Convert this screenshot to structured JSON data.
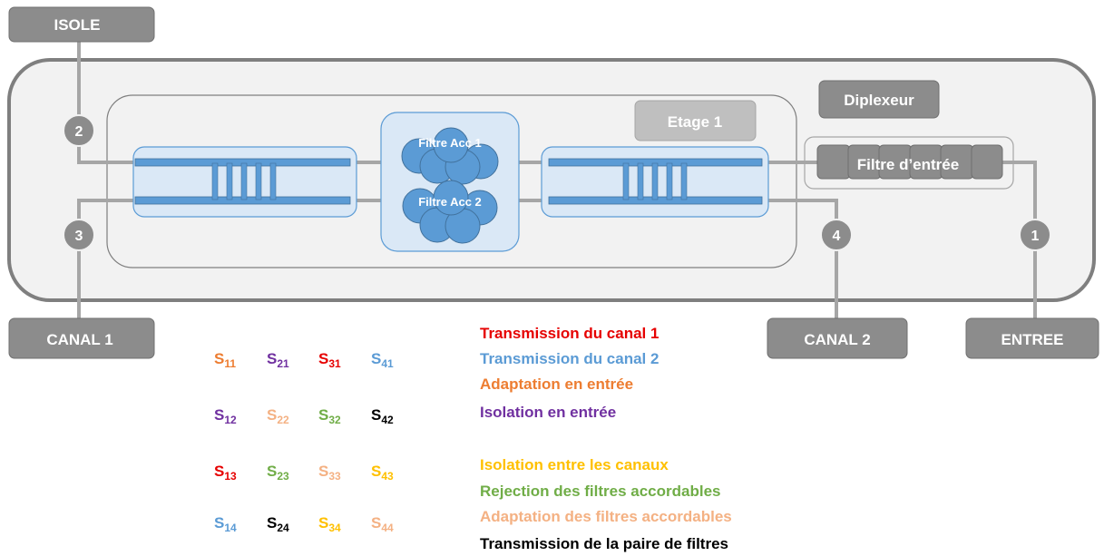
{
  "ports": {
    "isole": "ISOLE",
    "canal1": "CANAL 1",
    "canal2": "CANAL 2",
    "entree": "ENTREE",
    "num1": "1",
    "num2": "2",
    "num3": "3",
    "num4": "4"
  },
  "blocks": {
    "diplexeur": "Diplexeur",
    "etage": "Etage 1",
    "filtre_entree": "Filtre d’entrée",
    "filtre_acc1": "Filtre Acc 1",
    "filtre_acc2": "Filtre Acc 2"
  },
  "colors": {
    "red": "#e60000",
    "blue": "#5b9bd5",
    "orange": "#ed7d31",
    "purple": "#7030a0",
    "yellow": "#ffc000",
    "green": "#70ad47",
    "salmon": "#f4b183",
    "black": "#000000",
    "gray_box": "#8c8c8c"
  },
  "sparams": [
    [
      {
        "s": "S",
        "sub": "11",
        "color": "#ed7d31"
      },
      {
        "s": "S",
        "sub": "21",
        "color": "#7030a0"
      },
      {
        "s": "S",
        "sub": "31",
        "color": "#e60000"
      },
      {
        "s": "S",
        "sub": "41",
        "color": "#5b9bd5"
      }
    ],
    [
      {
        "s": "S",
        "sub": "12",
        "color": "#7030a0"
      },
      {
        "s": "S",
        "sub": "22",
        "color": "#f4b183"
      },
      {
        "s": "S",
        "sub": "32",
        "color": "#70ad47"
      },
      {
        "s": "S",
        "sub": "42",
        "color": "#000000"
      }
    ],
    [
      {
        "s": "S",
        "sub": "13",
        "color": "#e60000"
      },
      {
        "s": "S",
        "sub": "23",
        "color": "#70ad47"
      },
      {
        "s": "S",
        "sub": "33",
        "color": "#f4b183"
      },
      {
        "s": "S",
        "sub": "43",
        "color": "#ffc000"
      }
    ],
    [
      {
        "s": "S",
        "sub": "14",
        "color": "#5b9bd5"
      },
      {
        "s": "S",
        "sub": "24",
        "color": "#000000"
      },
      {
        "s": "S",
        "sub": "34",
        "color": "#ffc000"
      },
      {
        "s": "S",
        "sub": "44",
        "color": "#f4b183"
      }
    ]
  ],
  "legend": [
    {
      "text": "Transmission du canal 1",
      "color": "#e60000"
    },
    {
      "text": "Transmission du canal 2",
      "color": "#5b9bd5"
    },
    {
      "text": "Adaptation en entrée",
      "color": "#ed7d31"
    },
    {
      "text": "Isolation en entrée",
      "color": "#7030a0"
    },
    {
      "text": "Isolation entre les canaux",
      "color": "#ffc000"
    },
    {
      "text": "Rejection des filtres accordables",
      "color": "#70ad47"
    },
    {
      "text": "Adaptation des filtres accordables",
      "color": "#f4b183"
    },
    {
      "text": "Transmission de la paire de filtres",
      "color": "#000000"
    }
  ]
}
